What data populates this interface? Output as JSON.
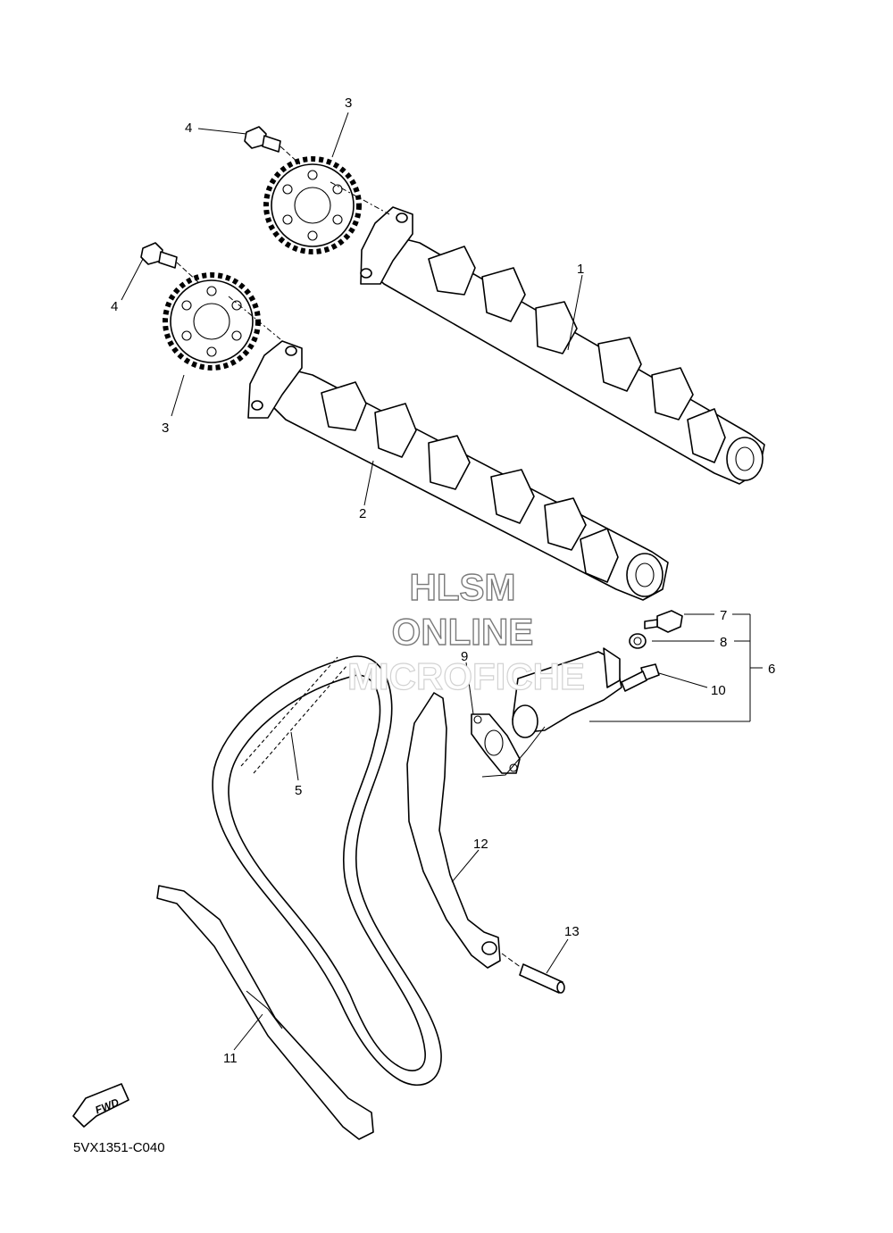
{
  "callouts": {
    "c1": "1",
    "c2": "2",
    "c3a": "3",
    "c3b": "3",
    "c4a": "4",
    "c4b": "4",
    "c5": "5",
    "c6": "6",
    "c7": "7",
    "c8": "8",
    "c9": "9",
    "c10": "10",
    "c11": "11",
    "c12": "12",
    "c13": "13"
  },
  "watermark": {
    "line1": "HLSM",
    "line2": "ONLINE",
    "line3": "MICROFICHE"
  },
  "fwd_badge": "FWD",
  "diagram_code": "5VX1351-C040"
}
